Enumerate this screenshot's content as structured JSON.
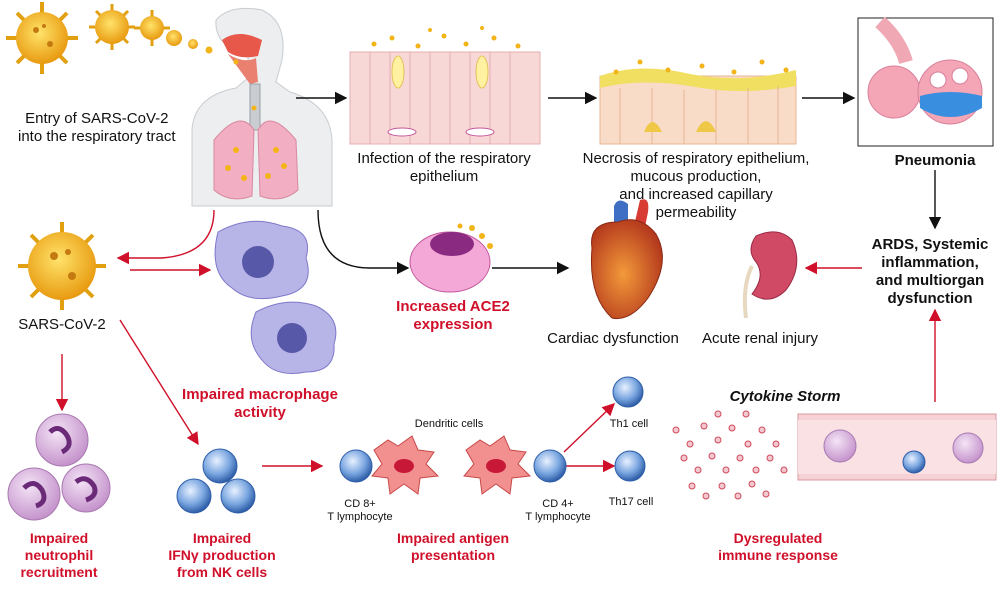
{
  "labels": {
    "entry": [
      "Entry of SARS-CoV-2",
      "into the respiratory tract"
    ],
    "infection": [
      "Infection of the respiratory",
      "epithelium"
    ],
    "necrosis": [
      "Necrosis of respiratory epithelium,",
      "mucous production,",
      "and increased capillary",
      "permeability"
    ],
    "pneumonia": "Pneumonia",
    "ards": [
      "ARDS, Systemic",
      "inflammation,",
      "and multiorgan",
      "dysfunction"
    ],
    "sars": "SARS-CoV-2",
    "ace2": [
      "Increased ACE2",
      "expression"
    ],
    "cardiac": "Cardiac dysfunction",
    "renal": "Acute renal injury",
    "macrophage": [
      "Impaired macrophage",
      "activity"
    ],
    "cytokine": "Cytokine Storm",
    "dendritic": "Dendritic cells",
    "th1": "Th1 cell",
    "th17": "Th17 cell",
    "cd8": [
      "CD 8+",
      "T lymphocyte"
    ],
    "cd4": [
      "CD 4+",
      "T lymphocyte"
    ],
    "neutrophil": [
      "Impaired",
      "neutrophil",
      "recruitment"
    ],
    "ifn": [
      "Impaired",
      "IFNγ production",
      "from NK cells"
    ],
    "antigen": [
      "Impaired antigen",
      "presentation"
    ],
    "dysregulated": [
      "Dysregulated",
      "immune response"
    ]
  },
  "colors": {
    "accent_red": "#d0102a",
    "virus_yellow": "#f2b418",
    "tissue_pink": "#f4c0c8",
    "macrophage_purple": "#b7b4e8",
    "lymphocyte_blue": "#4a78c0",
    "alveoli_blue": "#3a8ee0"
  }
}
